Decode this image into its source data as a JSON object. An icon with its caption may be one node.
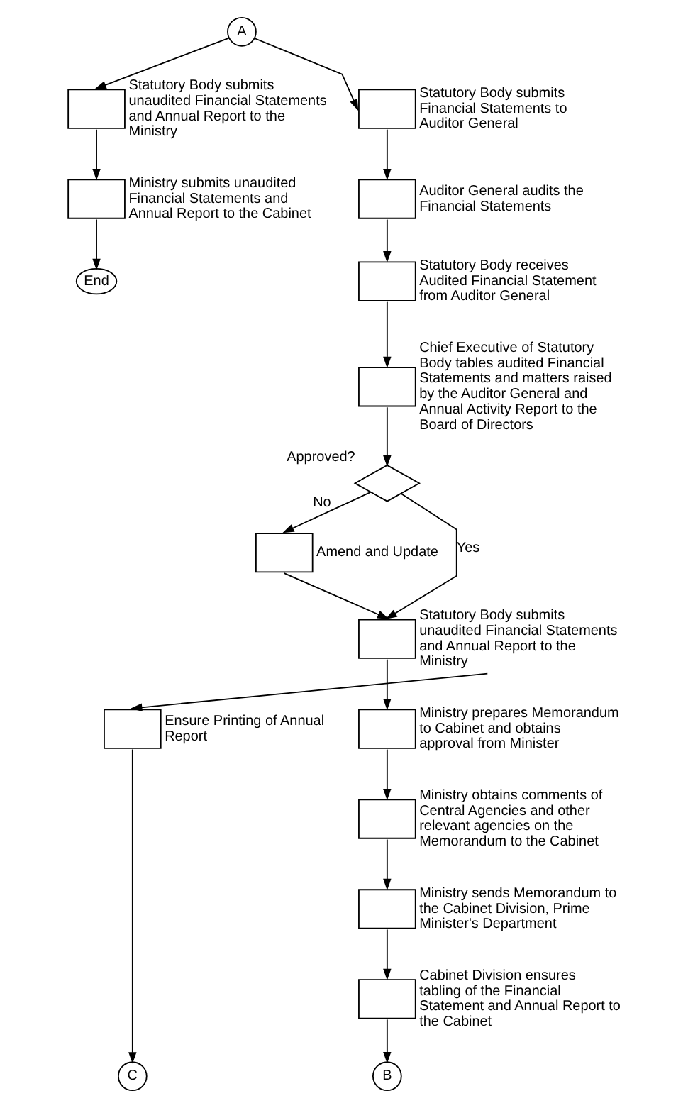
{
  "diagram": {
    "nodes": [
      {
        "text": [
          "A"
        ]
      },
      {
        "text": [],
        "shape": "box",
        "beside": [
          "Statutory Body submits unaudited Financial Statements and Annual Report to the Ministry"
        ]
      },
      {
        "text": [],
        "shape": "box",
        "beside": [
          "Statutory Body submits Financial Statements to Auditor General"
        ]
      },
      {
        "text": [],
        "shape": "box",
        "beside": [
          "Ministry submits unaudited Financial Statements and Annual Report to the Cabinet"
        ]
      },
      {
        "text": [
          "End"
        ]
      },
      {
        "text": [],
        "shape": "box",
        "beside": [
          "Auditor General audits the Financial Statements"
        ]
      },
      {
        "text": [],
        "shape": "box",
        "beside": [
          "Statutory Body receives Audited Financial Statement from Auditor General"
        ]
      },
      {
        "text": [],
        "shape": "box",
        "beside": [
          "Chief Executive of Statutory Body tables audited Financial Statements and matters raised by the Auditor General and Annual Activity Report to the Board of Directors"
        ]
      },
      {
        "text": [],
        "shape": "diamond",
        "beside": [
          "Approved?"
        ]
      },
      {
        "text": [],
        "shape": "box",
        "beside": [
          "Amend and Update"
        ]
      },
      {
        "text": [],
        "shape": "box",
        "beside": [
          "Statutory Body submits unaudited Financial Statements and Annual Report to the Ministry"
        ]
      },
      {
        "text": [],
        "shape": "box",
        "beside": [
          "Ensure Printing of Annual Report"
        ]
      },
      {
        "text": [],
        "shape": "box",
        "beside": [
          "Ministry prepares Memorandum to Cabinet and obtains approval from Minister"
        ]
      },
      {
        "text": [],
        "shape": "box",
        "beside": [
          "Ministry obtains comments of Central Agencies and other relevant agencies on the Memorandum to the Cabinet"
        ]
      },
      {
        "text": [],
        "shape": "box",
        "beside": [
          "Ministry sends Memorandum to the Cabinet Division, Prime Minister's Department"
        ]
      },
      {
        "text": [],
        "shape": "box",
        "beside": [
          "Cabinet Division ensures tabling of the Financial Statement and Annual Report to the Cabinet"
        ]
      },
      {
        "text": [
          "C"
        ]
      },
      {
        "text": [
          "B"
        ]
      }
    ],
    "edges": [
      {
        "from": 0,
        "to": 1,
        "arrow": "to"
      },
      {
        "from": 0,
        "to": 2,
        "arrow": "to"
      },
      {
        "from": 1,
        "to": 3,
        "arrow": "to"
      },
      {
        "from": 3,
        "to": 4,
        "arrow": "to"
      },
      {
        "from": 2,
        "to": 5,
        "arrow": "to"
      },
      {
        "from": 5,
        "to": 6,
        "arrow": "to"
      },
      {
        "from": 6,
        "to": 7,
        "arrow": "to"
      },
      {
        "from": 7,
        "to": 8,
        "arrow": "to"
      },
      {
        "from": 8,
        "to": 9,
        "arrow": "to",
        "label": "No"
      },
      {
        "from": 8,
        "to": 10,
        "arrow": "to",
        "label": "Yes"
      },
      {
        "from": 9,
        "to": 10,
        "arrow": "to"
      },
      {
        "from": 10,
        "to": 11,
        "arrow": "to"
      },
      {
        "from": 10,
        "to": 12,
        "arrow": "to"
      },
      {
        "from": 12,
        "to": 13,
        "arrow": "to"
      },
      {
        "from": 13,
        "to": 14,
        "arrow": "to"
      },
      {
        "from": 14,
        "to": 15,
        "arrow": "to"
      },
      {
        "from": 11,
        "to": 16,
        "arrow": "to"
      },
      {
        "from": 15,
        "to": 17,
        "arrow": "to"
      }
    ]
  }
}
